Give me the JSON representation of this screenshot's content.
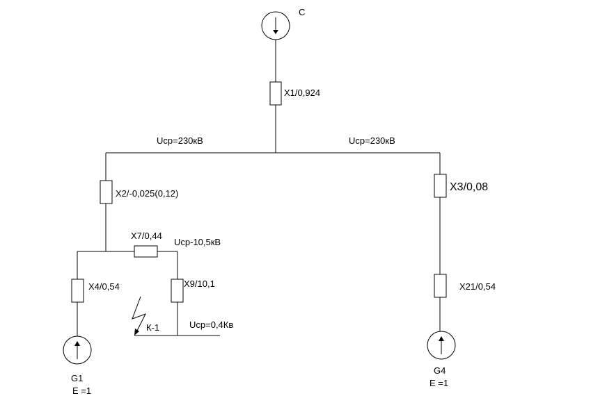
{
  "diagram": {
    "source_label": "C",
    "buses": {
      "hv_left": "Uср=230кВ",
      "hv_right": "Uср=230кВ",
      "mv": "Uср-10,5кВ",
      "lv": "Uср=0,4Кв"
    },
    "reactances": {
      "x1": "X1/0,924",
      "x2": "X2/-0,025(0,12)",
      "x3": "X3/0,08",
      "x4": "X4/0,54",
      "x7": "X7/0,44",
      "x9": "X9/10,1",
      "x21": "X21/0,54"
    },
    "fault": "К-1",
    "generators": {
      "g1": {
        "name": "G1",
        "emf": "E =1"
      },
      "g4": {
        "name": "G4",
        "emf": "E =1"
      }
    }
  }
}
